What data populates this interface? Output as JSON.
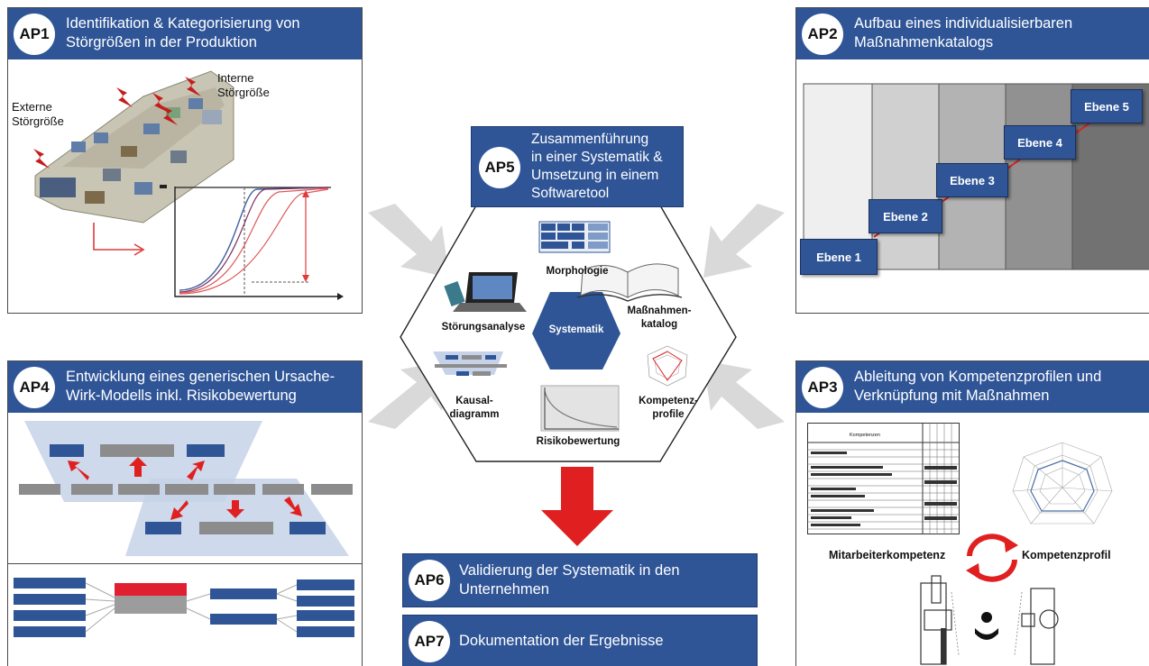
{
  "colors": {
    "header_blue": "#2f5597",
    "box_blue": "#2f5597",
    "gray_bar": "#8c8c8c",
    "red": "#e02020",
    "arrow_gray": "#d4d4d4",
    "hex_fill": "#2f5597"
  },
  "ap1": {
    "badge": "AP1",
    "title_line1": "Identifikation & Kategorisierung von",
    "title_line2": "Störgrößen in der Produktion",
    "label_extern_1": "Externe",
    "label_extern_2": "Störgröße",
    "label_intern_1": "Interne",
    "label_intern_2": "Störgröße"
  },
  "ap2": {
    "badge": "AP2",
    "title_line1": "Aufbau eines individualisierbaren",
    "title_line2": "Maßnahmenkatalogs",
    "levels": [
      "Ebene 1",
      "Ebene 2",
      "Ebene 3",
      "Ebene 4",
      "Ebene 5"
    ]
  },
  "ap3": {
    "badge": "AP3",
    "title_line1": "Ableitung von Kompetenzprofilen und",
    "title_line2": "Verknüpfung mit Maßnahmen",
    "label_left": "Mitarbeiterkompetenz",
    "label_right": "Kompetenzprofil",
    "table_header": "Kompetenzen"
  },
  "ap4": {
    "badge": "AP4",
    "title_line1": "Entwicklung eines generischen Ursache-",
    "title_line2": "Wirk-Modells inkl. Risikobewertung"
  },
  "ap5": {
    "badge": "AP5",
    "title_line1": "Zusammenführung",
    "title_line2": "in einer Systematik &",
    "title_line3": "Umsetzung in einem",
    "title_line4": "Softwaretool",
    "center": "Systematik",
    "items": {
      "morph": "Morphologie",
      "katalog_1": "Maßnahmen-",
      "katalog_2": "katalog",
      "kompetenz_1": "Kompetenz-",
      "kompetenz_2": "profile",
      "risiko": "Risikobewertung",
      "kausal_1": "Kausal-",
      "kausal_2": "diagramm",
      "stoerung": "Störungsanalyse"
    }
  },
  "ap6": {
    "badge": "AP6",
    "title_line1": "Validierung der Systematik in den",
    "title_line2": "Unternehmen"
  },
  "ap7": {
    "badge": "AP7",
    "title": "Dokumentation der Ergebnisse"
  }
}
